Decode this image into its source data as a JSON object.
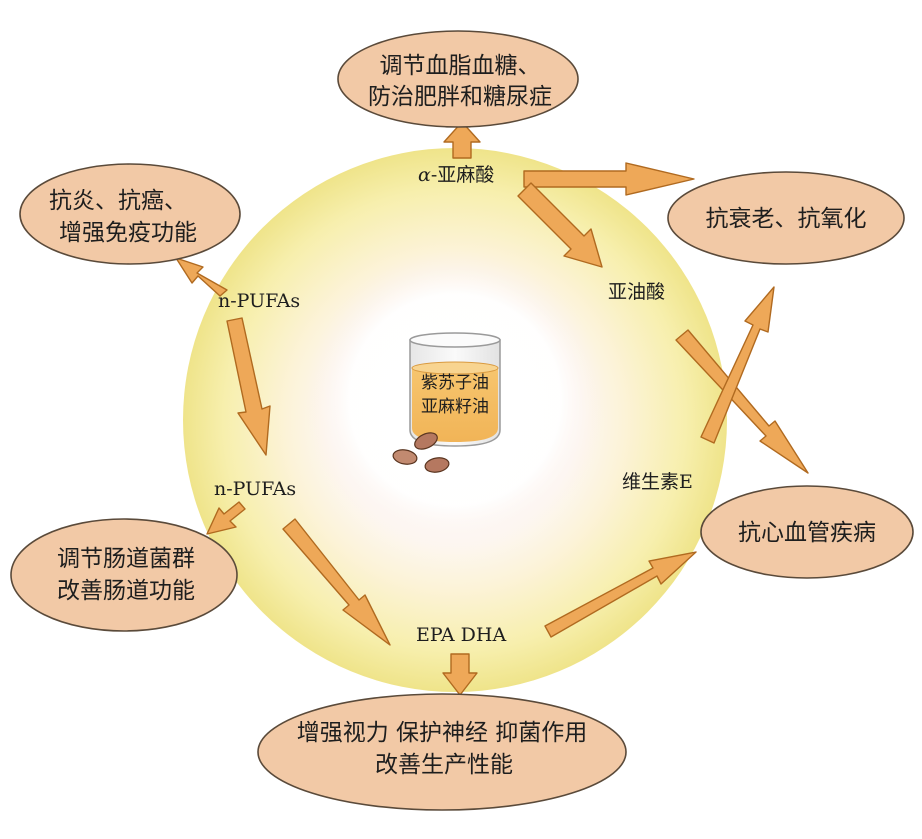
{
  "center": {
    "lines": [
      "紫苏子油",
      "亚麻籽油"
    ]
  },
  "nodes": {
    "ala": {
      "prefix": "α",
      "label": "-亚麻酸"
    },
    "linoleic": {
      "label": "亚油酸"
    },
    "npufas_top": {
      "label": "n-PUFAs"
    },
    "npufas_mid": {
      "label": "n-PUFAs"
    },
    "vitamin_e": {
      "label": "维生素E"
    },
    "epa_dha": {
      "label": "EPA DHA"
    }
  },
  "boxes": {
    "blood": {
      "lines": [
        "调节血脂血糖、",
        "防治肥胖和糖尿症"
      ]
    },
    "antiaging": {
      "lines": [
        "抗衰老、抗氧化"
      ]
    },
    "inflammation": {
      "lines": [
        "抗炎、抗癌、",
        "增强免疫功能"
      ]
    },
    "cardio": {
      "lines": [
        "抗心血管疾病"
      ]
    },
    "gut": {
      "lines": [
        "调节肠道菌群",
        "改善肠道功能"
      ]
    },
    "vision": {
      "lines": [
        "增强视力  保护神经  抑菌作用",
        "改善生产性能"
      ]
    }
  },
  "colors": {
    "box_fill": "#f2c9a6",
    "box_stroke": "#5a4a3a",
    "arrow_fill": "#eea858",
    "arrow_stroke": "#b06a20",
    "ring_yellow": "#f4eda0",
    "oil": "#f0b860",
    "seed": "#b57860"
  }
}
